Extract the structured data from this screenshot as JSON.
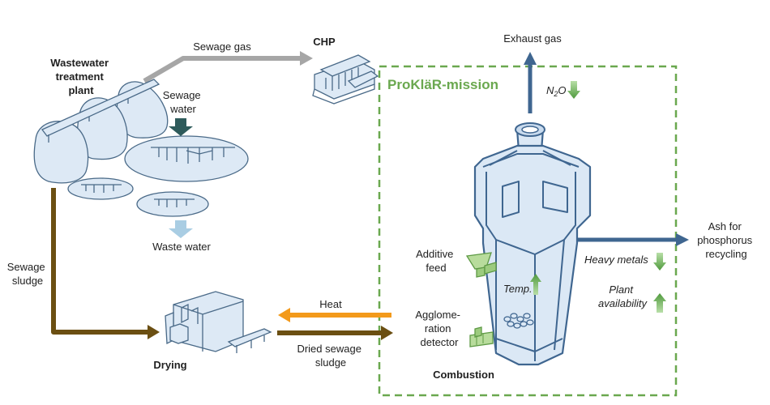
{
  "labels": {
    "wwtp": [
      "Wastewater",
      "treatment",
      "plant"
    ],
    "sewage_gas": "Sewage gas",
    "chp": "CHP",
    "sewage_water": [
      "Sewage",
      "water"
    ],
    "waste_water": "Waste water",
    "sewage_sludge": [
      "Sewage",
      "sludge"
    ],
    "drying": "Drying",
    "heat": "Heat",
    "dried_sludge": [
      "Dried sewage",
      "sludge"
    ],
    "mission": "ProKläR-mission",
    "exhaust_gas": "Exhaust gas",
    "n2o": "N",
    "n2o_sub": "2",
    "n2o_tail": "O",
    "additive_feed": [
      "Additive",
      "feed"
    ],
    "temp": "Temp.",
    "agglomeration": [
      "Agglome-",
      "ration",
      "detector"
    ],
    "combustion": "Combustion",
    "ash": [
      "Ash for",
      "phosphorus",
      "recycling"
    ],
    "heavy_metals": "Heavy metals",
    "plant_availability": [
      "Plant",
      "availability"
    ]
  },
  "colors": {
    "gas_arrow": "#a6a6a6",
    "sludge_arrow": "#6b4f12",
    "heat_arrow": "#f39a1b",
    "flow_arrow": "#3f6690",
    "indicator_green": "#7fbf6a",
    "mission_border": "#6aa84f",
    "water_dark": "#2e5b5b",
    "water_light": "#a9cde3"
  },
  "indicators": {
    "n2o": "down-arrow-icon",
    "heavy_metals": "down-arrow-icon",
    "temp": "up-arrow-icon",
    "plant_availability": "up-arrow-icon"
  }
}
